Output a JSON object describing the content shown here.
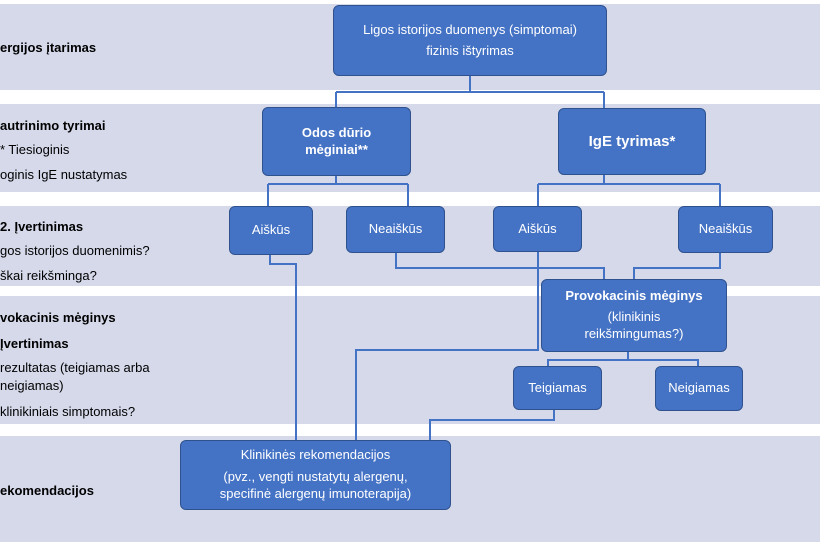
{
  "colors": {
    "band": "#d5d9ea",
    "box": "#4472c4",
    "box_border": "#2f528f",
    "line": "#4472c4"
  },
  "rows": {
    "r1": "ergijos įtarimas",
    "r2": {
      "title": "autrinimo tyrimai",
      "l1": "* Tiesioginis",
      "l2": "oginis IgE nustatymas"
    },
    "r3": {
      "title": "2. Įvertinimas",
      "l1": "gos istorijos duomenimis?",
      "l2": "škai reikšminga?"
    },
    "r4": {
      "title": "vokacinis mėginys",
      "l1": "Įvertinimas",
      "l2": "rezultatas (teigiamas arba",
      "l3": "neigiamas)",
      "l4": "klinikiniais simptomais?"
    },
    "r5": "ekomendacijos"
  },
  "boxes": {
    "history": {
      "line1": "Ligos istorijos duomenys (simptomai)",
      "line2": "fizinis ištyrimas"
    },
    "skin": {
      "line1": "Odos dūrio",
      "line2": "mėginiai**"
    },
    "ige": {
      "label": "IgE tyrimas*"
    },
    "clear_left": "Aiškūs",
    "unclear_left": "Neaiškūs",
    "clear_right": "Aiškūs",
    "unclear_right": "Neaiškūs",
    "provocation": {
      "title": "Provokacinis mėginys",
      "line1": "(klinikinis",
      "line2": "reikšmingumas?)"
    },
    "positive": "Teigiamas",
    "negative": "Neigiamas",
    "recommend": {
      "title": "Klinikinės rekomendacijos",
      "line1": "(pvz., vengti nustatytų alergenų,",
      "line2": "specifinė alergenų imunoterapija)"
    }
  }
}
